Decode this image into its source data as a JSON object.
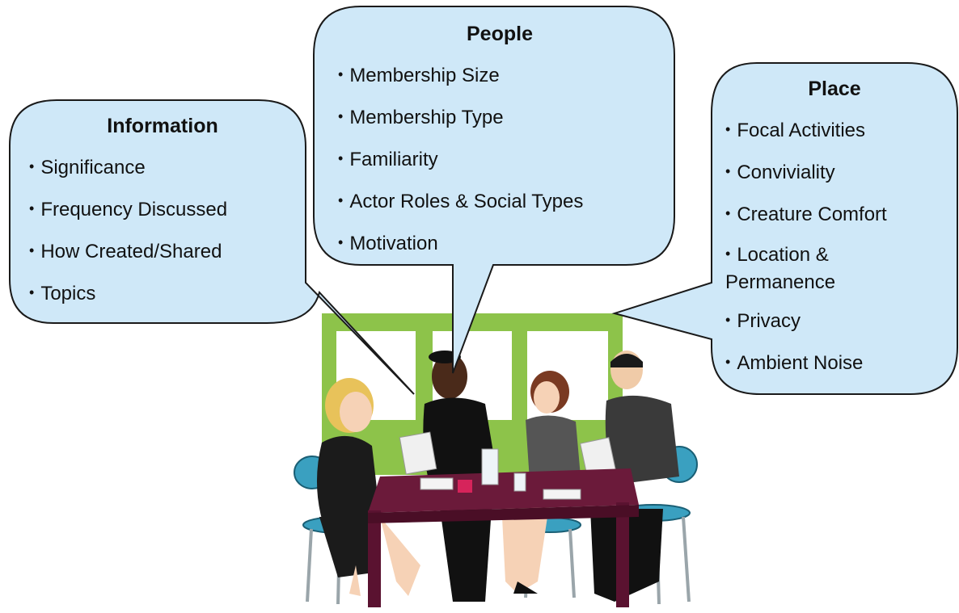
{
  "information": {
    "title": "Information",
    "items": [
      "Significance",
      "Frequency Discussed",
      "How Created/Shared",
      "Topics"
    ]
  },
  "people": {
    "title": "People",
    "items": [
      "Membership Size",
      "Membership Type",
      "Familiarity",
      "Actor Roles & Social Types",
      "Motivation"
    ]
  },
  "place": {
    "title": "Place",
    "items": [
      "Focal Activities",
      "Conviviality",
      "Creature Comfort",
      "Location & Permanence",
      "Privacy",
      "Ambient Noise"
    ]
  },
  "colors": {
    "bubble_fill": "#cfe8f8",
    "bubble_stroke": "#1a1a1a",
    "window_frame": "#8dc34a",
    "table_top": "#6b1a3a",
    "chair_seat": "#3aa0c0"
  },
  "icons": {
    "bullet": "•",
    "illustration": "meeting-illustration"
  }
}
